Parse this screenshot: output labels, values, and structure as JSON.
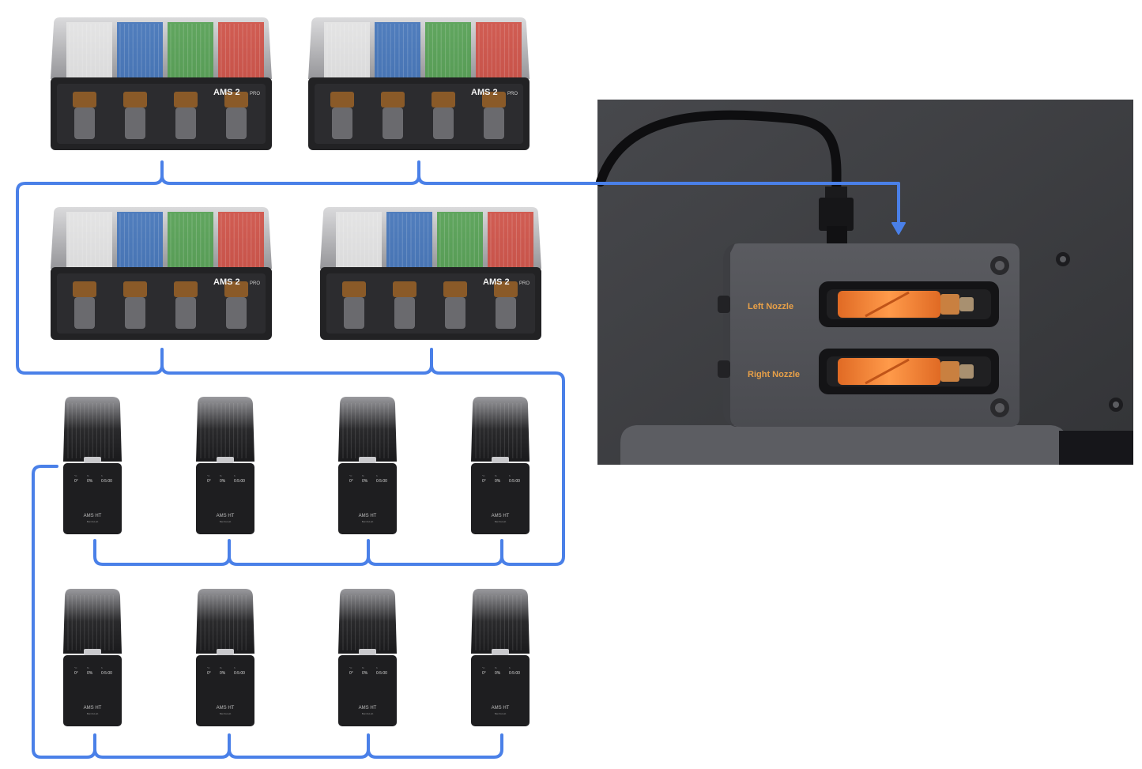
{
  "ams2": {
    "brand": "AMS 2",
    "brand_suffix": "PRO",
    "units": [
      {
        "id": "ams2-1"
      },
      {
        "id": "ams2-2"
      },
      {
        "id": "ams2-3"
      },
      {
        "id": "ams2-4"
      }
    ],
    "filament_colors": [
      "#e6e6e6",
      "#3a6fb8",
      "#4c9e4a",
      "#d0483c"
    ]
  },
  "amsht": {
    "brand": "AMS HT",
    "brand_sub": "BambuLab",
    "display": {
      "labels": [
        "°C",
        "%",
        "h"
      ],
      "values": [
        "0°",
        "0%",
        "0:5:00"
      ]
    },
    "units": [
      {
        "id": "ht-1"
      },
      {
        "id": "ht-2"
      },
      {
        "id": "ht-3"
      },
      {
        "id": "ht-4"
      },
      {
        "id": "ht-5"
      },
      {
        "id": "ht-6"
      },
      {
        "id": "ht-7"
      },
      {
        "id": "ht-8"
      }
    ]
  },
  "hub": {
    "left_nozzle_label": "Left Nozzle",
    "right_nozzle_label": "Right Nozzle"
  },
  "colors": {
    "connector": "#4a80e8",
    "hub_accent": "#f0883a",
    "label_orange": "#e8a048",
    "device_dark": "#1e1e20",
    "panel_bg": "#3b3c40"
  }
}
